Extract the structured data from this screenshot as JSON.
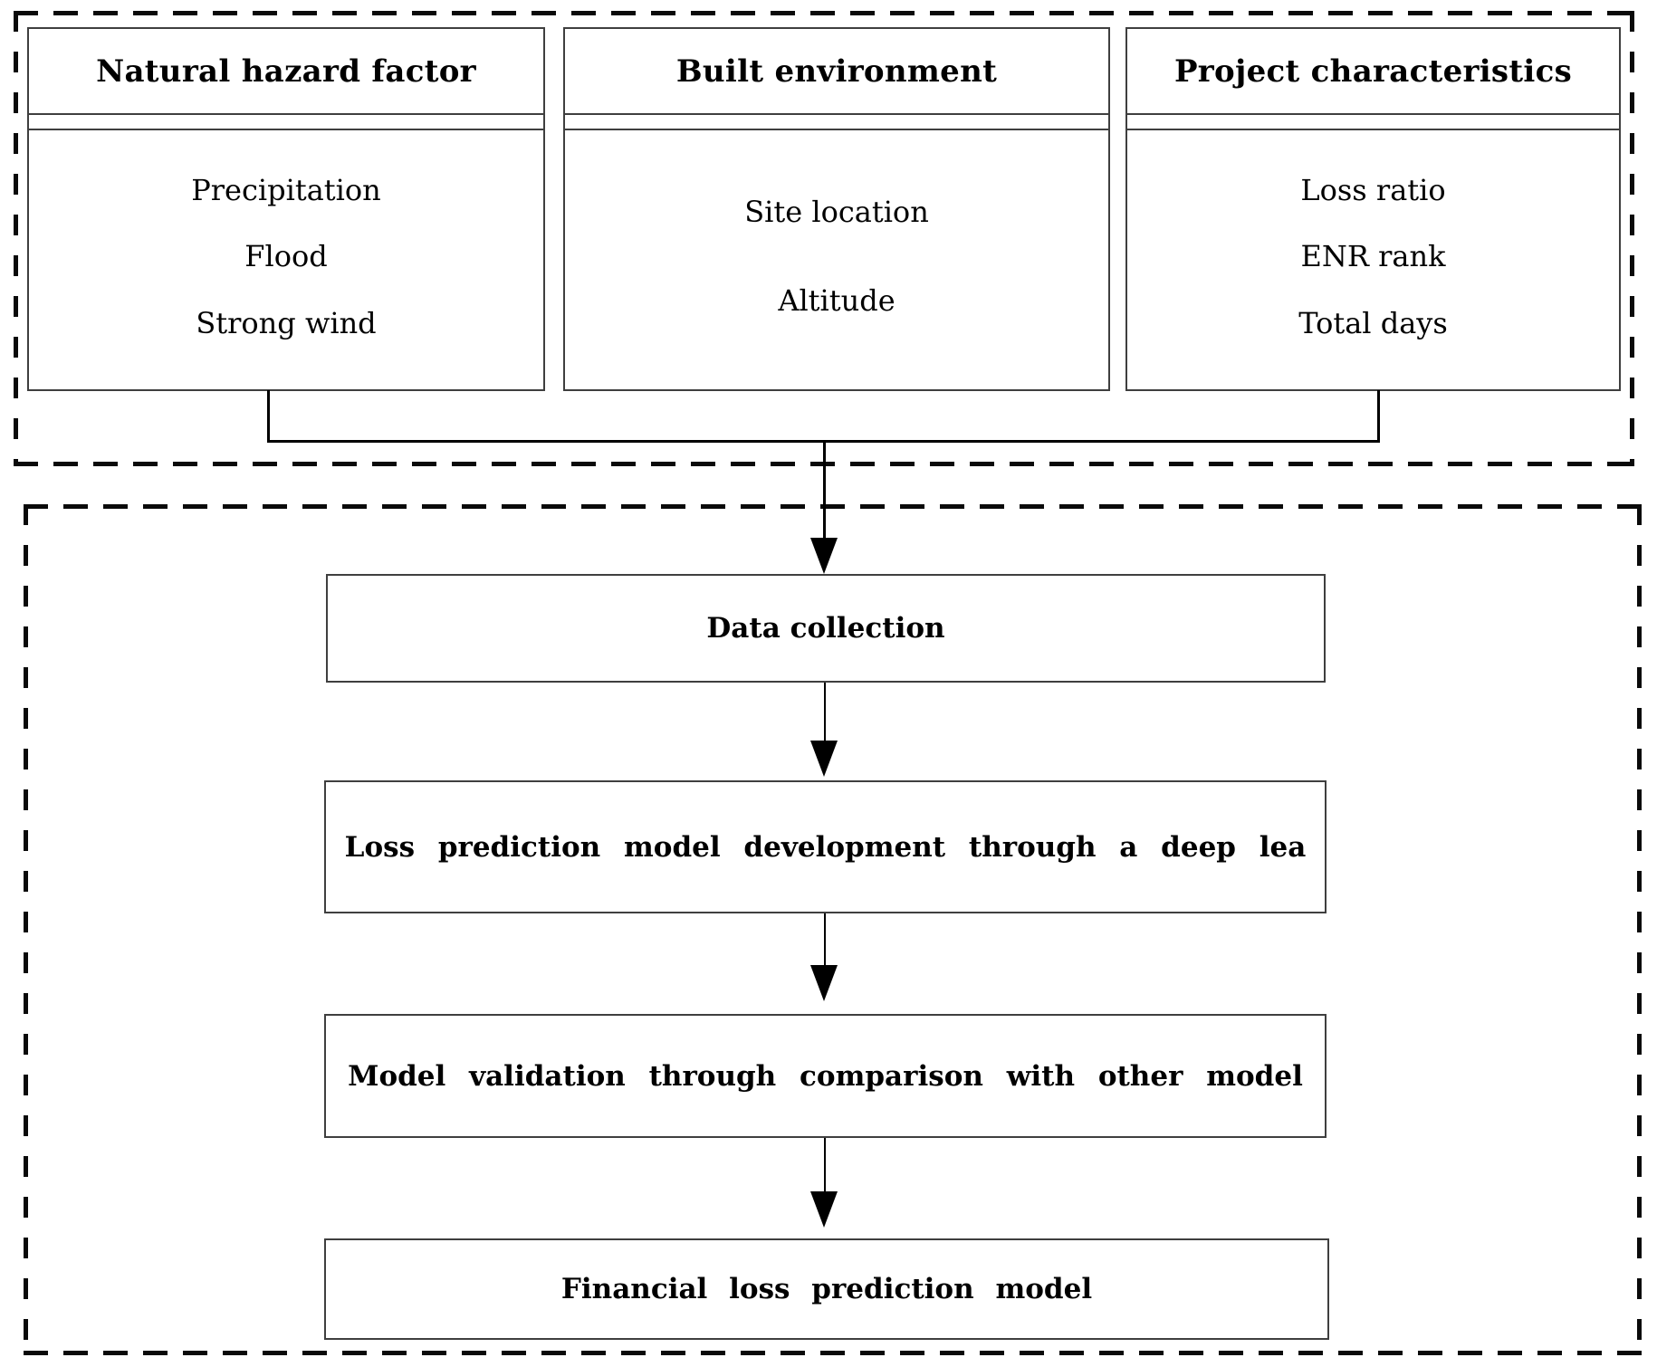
{
  "diagram": {
    "categories": [
      {
        "title": "Natural hazard factor",
        "items": [
          "Precipitation",
          "Flood",
          "Strong wind"
        ]
      },
      {
        "title": "Built environment",
        "items": [
          "Site location",
          "Altitude"
        ]
      },
      {
        "title": "Project characteristics",
        "items": [
          "Loss ratio",
          "ENR rank",
          "Total days"
        ]
      }
    ],
    "flow_steps": [
      {
        "label": "Data collection"
      },
      {
        "label": "Loss prediction model development through a deep lea"
      },
      {
        "label": "Model validation through comparison with other model"
      },
      {
        "label": "Financial loss prediction model"
      }
    ],
    "colors": {
      "line": "#000000",
      "box_border": "#3f3f3f",
      "background": "#ffffff",
      "text": "#000000"
    }
  }
}
